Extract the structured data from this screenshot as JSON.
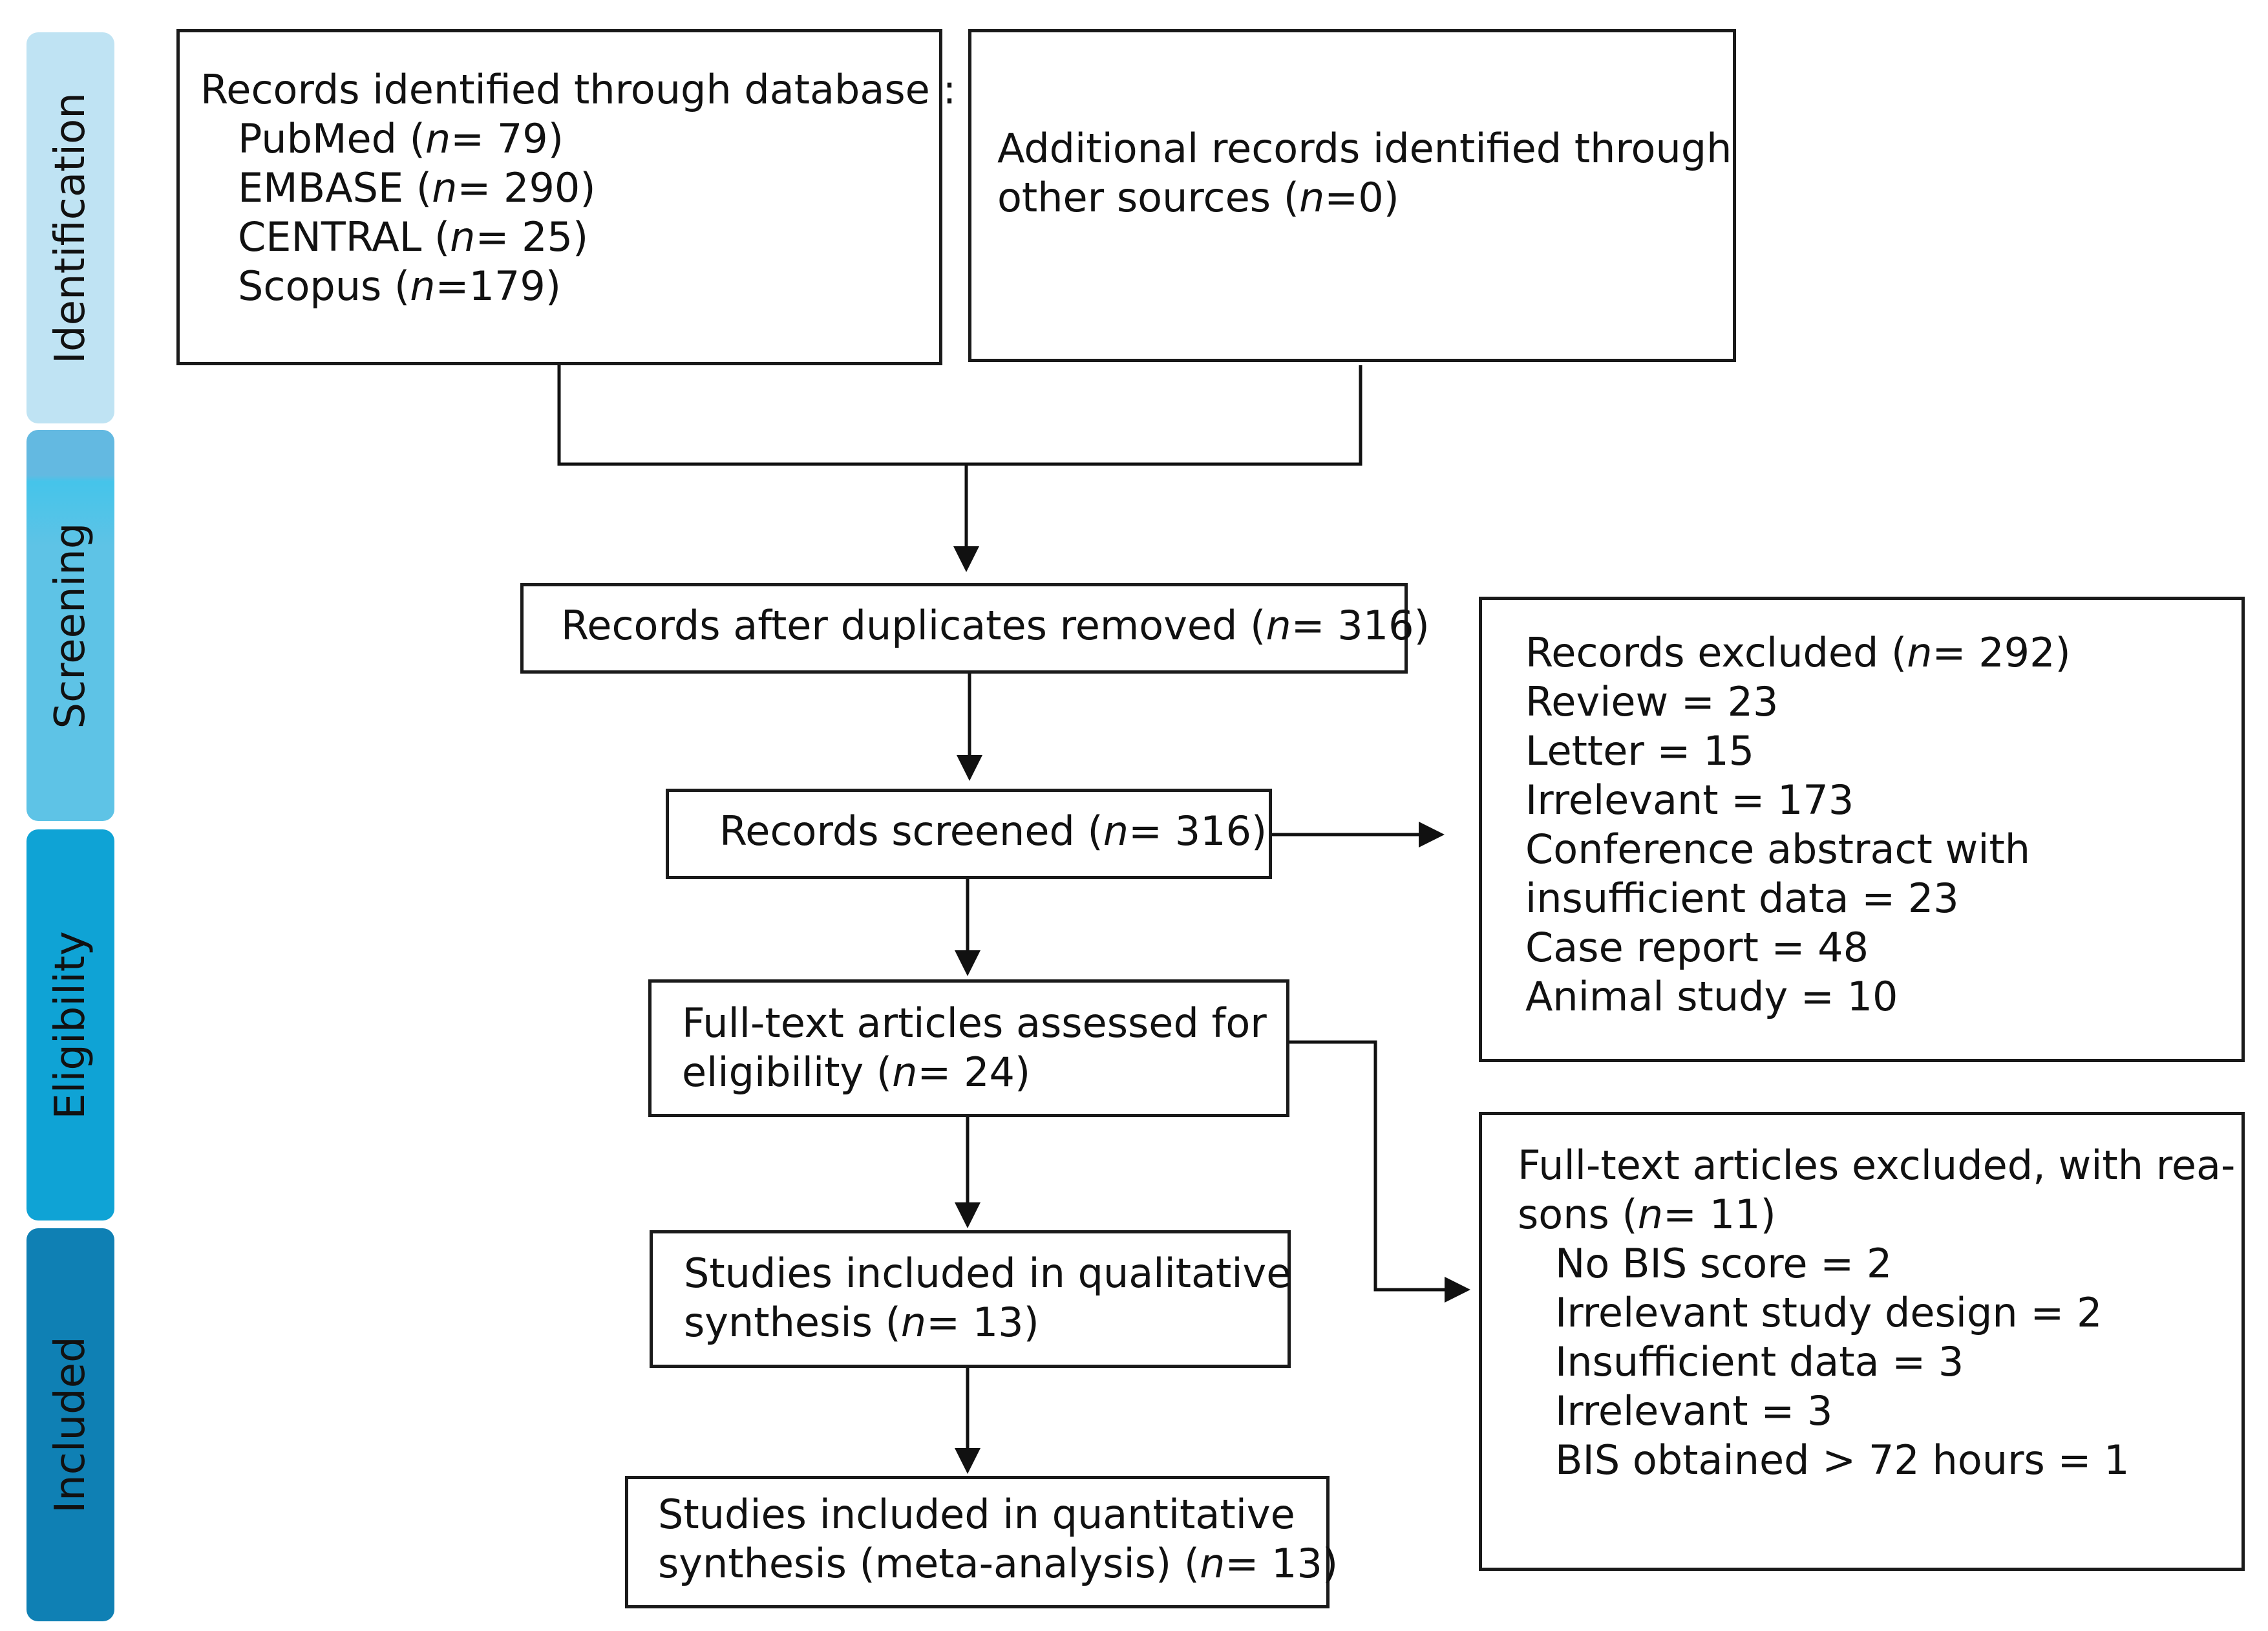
{
  "phases": [
    {
      "label": "Identification",
      "color": "#bfe3f3"
    },
    {
      "label": "Screening",
      "color": "#5ec3e6"
    },
    {
      "label": "Eligibility",
      "color": "#0fa3d5"
    },
    {
      "label": "Included",
      "color": "#0f80b4"
    }
  ],
  "identification": {
    "database": {
      "heading": "Records identified through database :",
      "pubmed": "PubMed",
      "pubmed_n": "= 79)",
      "embase": "EMBASE",
      "embase_n": "= 290)",
      "central": "CENTRAL",
      "central_n": "= 25)",
      "scopus": "Scopus",
      "scopus_n": "=179)"
    },
    "other": {
      "line1": "Additional records identified through",
      "line2_prefix": "other sources (",
      "line2_n": "=0)"
    }
  },
  "screening": {
    "duplicates": {
      "prefix": "Records after duplicates removed (",
      "suffix": "= 316)"
    },
    "screened": {
      "prefix": "Records screened (",
      "suffix": "= 316)"
    },
    "excluded": {
      "title_prefix": "Records excluded (",
      "title_suffix": "= 292)",
      "items": [
        "Review = 23",
        "Letter = 15",
        "Irrelevant = 173",
        "Conference abstract with",
        "insufficient data = 23",
        "Case report = 48",
        "Animal study = 10"
      ]
    }
  },
  "eligibility": {
    "fulltext": {
      "line1": "Full-text articles assessed for",
      "line2_prefix": "eligibility (",
      "line2_suffix": "= 24)"
    },
    "excluded": {
      "line1": "Full-text articles excluded, with rea-",
      "line2_prefix": "sons (",
      "line2_suffix": "= 11)",
      "reasons": [
        "No BIS score = 2",
        "Irrelevant study design = 2",
        "Insufficient data = 3",
        "Irrelevant = 3",
        "BIS obtained > 72 hours = 1"
      ]
    }
  },
  "included": {
    "qualitative": {
      "line1": "Studies included in qualitative",
      "line2_prefix": "synthesis (",
      "line2_suffix": "= 13)"
    },
    "quantitative": {
      "line1": "Studies included in quantitative",
      "line2_prefix": "synthesis (meta-analysis) (",
      "line2_suffix": "= 13)"
    }
  },
  "n_symbol": "n"
}
